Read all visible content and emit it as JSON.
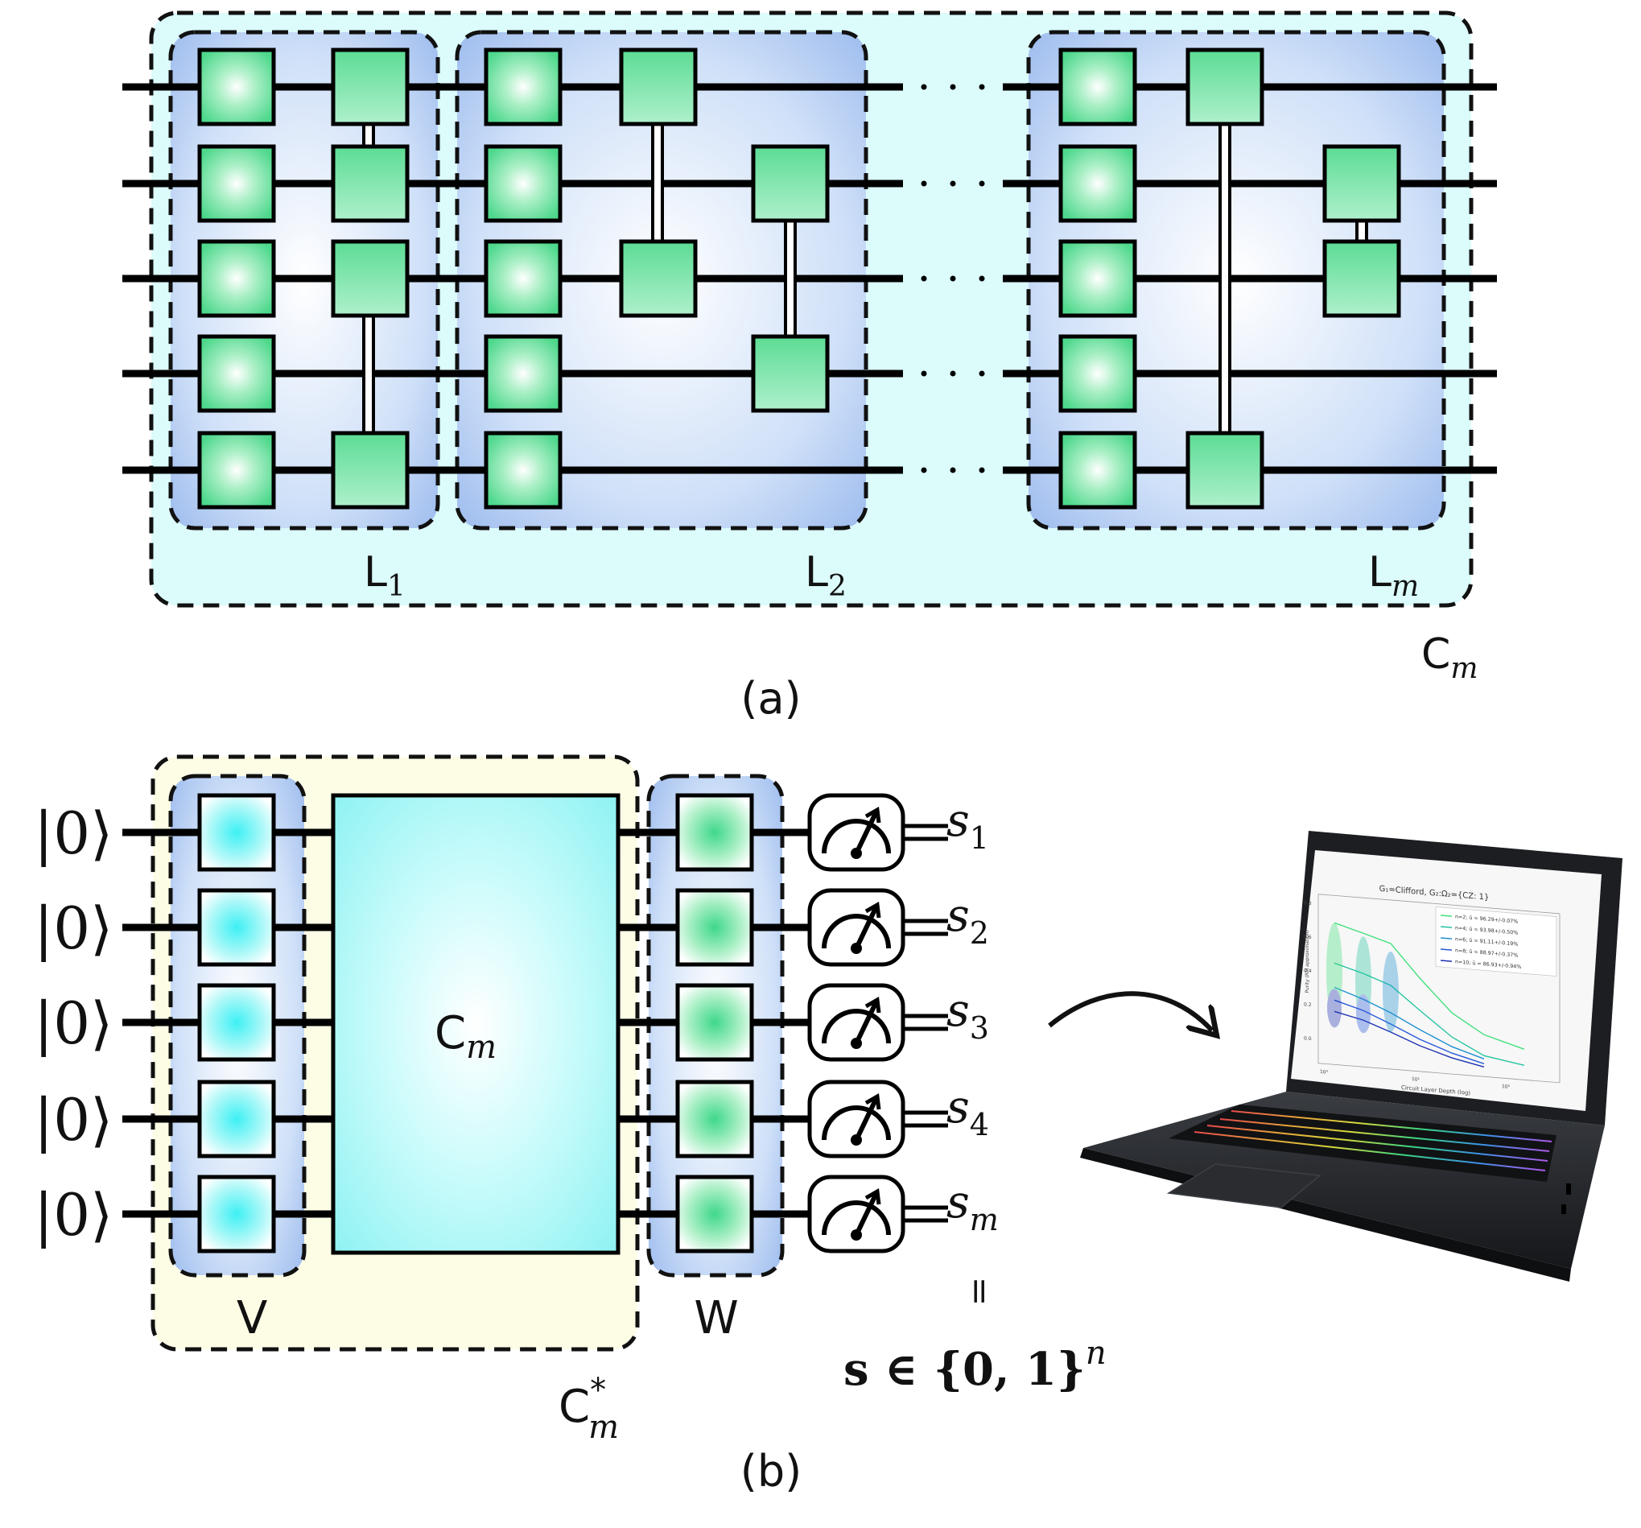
{
  "panel_a": {
    "layers": [
      {
        "label": "L",
        "sub": "1"
      },
      {
        "label": "L",
        "sub": "2"
      },
      {
        "label": "L",
        "sub": "m"
      }
    ],
    "circuit_label": {
      "label": "C",
      "sub": "m"
    },
    "caption": "(a)"
  },
  "panel_b": {
    "inputs": [
      "|0⟩",
      "|0⟩",
      "|0⟩",
      "|0⟩",
      "|0⟩"
    ],
    "v_label": "V",
    "c_label": {
      "label": "C",
      "sub": "m"
    },
    "w_label": "W",
    "cstar_label": {
      "label": "C",
      "sup": "*",
      "sub": "m"
    },
    "outputs": [
      {
        "label": "s",
        "sub": "1"
      },
      {
        "label": "s",
        "sub": "2"
      },
      {
        "label": "s",
        "sub": "3"
      },
      {
        "label": "s",
        "sub": "4"
      },
      {
        "label": "s",
        "sub": "m"
      }
    ],
    "equals": "=",
    "bitstring": {
      "text": "s ∈ {0, 1}",
      "sup": "n"
    },
    "caption": "(b)"
  },
  "laptop_screen": {
    "title": "G₁=Clifford, G₂:Ω₂={CZ: 1}",
    "ylabel": "Purity (RM approximation)",
    "xlabel": "Circuit Layer Depth (log)",
    "yticks": [
      "0.8",
      "0.6",
      "0.4",
      "0.2",
      "0.0"
    ],
    "xticks": [
      "10⁰",
      "10¹",
      "10²"
    ],
    "legend": [
      "n=2; ū = 96.29+/-0.07%",
      "n=4; ū = 93.98+/-0.50%",
      "n=6; ū = 91.11+/-0.19%",
      "n=8; ū = 88.97+/-0.37%",
      "n=10; ū = 86.93+/-0.94%"
    ],
    "colors": {
      "n2": "#3ee07a",
      "n4": "#22c4a0",
      "n6": "#1a8fd0",
      "n8": "#2456d8",
      "n10": "#1a2fb0"
    }
  },
  "colors": {
    "gate_green": "#5fe09a",
    "layer_blue": "#a9c6f0",
    "outer_cyan": "#d9fbfb",
    "cstar_yellow": "#fdfde8",
    "cm_cyan": "#a8f6f6"
  }
}
